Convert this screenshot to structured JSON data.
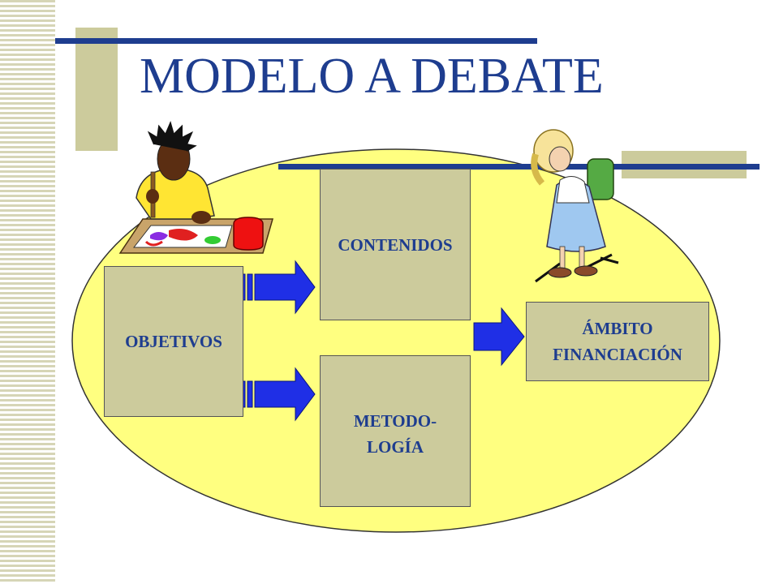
{
  "slide": {
    "title": "MODELO A DEBATE"
  },
  "diagram": {
    "nodes": {
      "objetivos": "OBJETIVOS",
      "contenidos": "CONTENIDOS",
      "metodologia": "METODO-\nLOGÍA",
      "ambito": "ÁMBITO\nFINANCIACIÓN"
    },
    "edges": [
      {
        "from": "objetivos",
        "to": "contenidos"
      },
      {
        "from": "objetivos",
        "to": "metodologia"
      },
      {
        "from": "contenidos",
        "to": "ambito"
      },
      {
        "from": "metodologia",
        "to": "ambito"
      }
    ]
  },
  "colors": {
    "title": "#1e3d8f",
    "box_fill": "#cccb9c",
    "ellipse_fill": "#ffff80",
    "arrow": "#1f2fe6",
    "accent_bar": "#1e3d8f",
    "accent_block": "#cccb9c"
  },
  "icons": [
    "child-painting-clipart-icon",
    "schoolgirl-backpack-clipart-icon"
  ]
}
